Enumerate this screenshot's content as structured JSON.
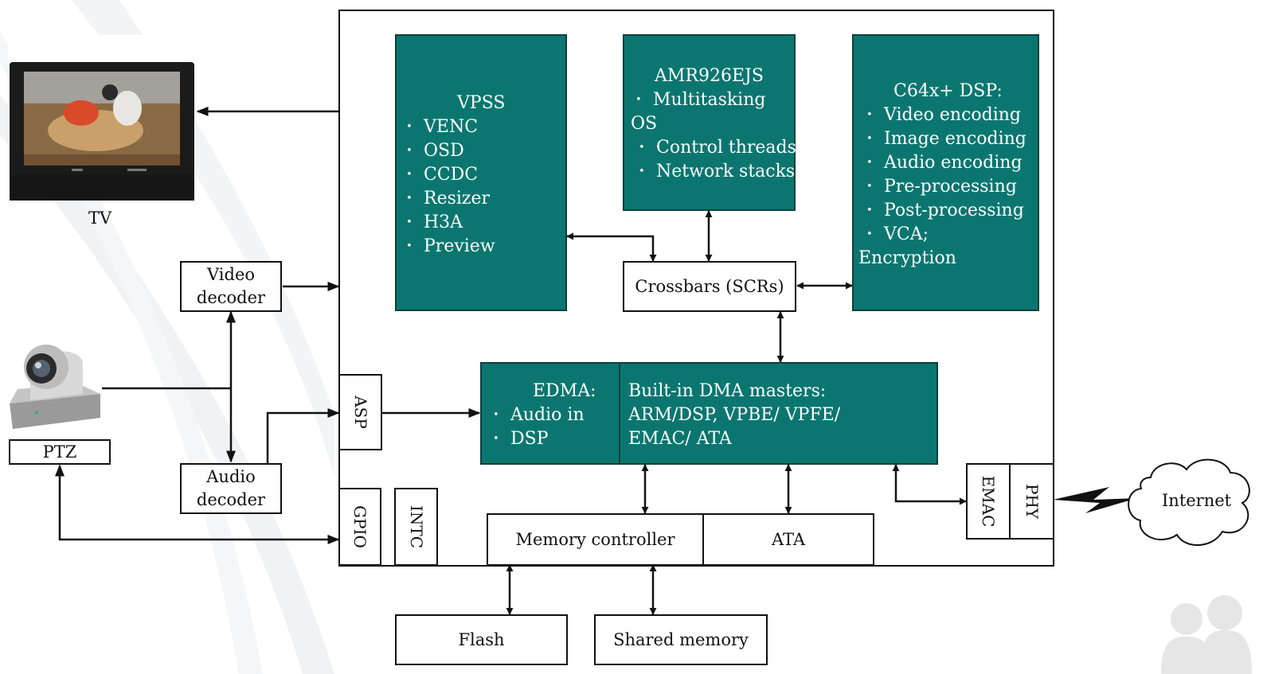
{
  "colors": {
    "block": "#0b7670",
    "line": "#111111",
    "background": "#ffffff"
  },
  "icons": {
    "tv": "tv-icon",
    "camera": "ptz-camera-icon",
    "cloud": "cloud-icon",
    "lightning": "lightning-link-icon",
    "people": "people-watermark-icon"
  },
  "external": {
    "tv_label": "TV",
    "ptz_label": "PTZ",
    "video_decoder": "Video decoder",
    "audio_decoder": "Audio decoder",
    "internet": "Internet",
    "flash": "Flash",
    "shared_memory": "Shared memory"
  },
  "vpss": {
    "title": "VPSS",
    "items": [
      "VENC",
      "OSD",
      "CCDC",
      "Resizer",
      "H3A",
      "Preview"
    ]
  },
  "arm": {
    "title": "AMR926EJS",
    "item1a": "Multitasking",
    "item1b": "OS",
    "item2": "Control threads",
    "item3": "Network stacks"
  },
  "dsp": {
    "title": "C64x+ DSP:",
    "items": [
      "Video encoding",
      "Image encoding",
      "Audio encoding",
      "Pre-processing",
      "Post-processing"
    ],
    "item6a": "VCA;",
    "item6b": "Encryption"
  },
  "crossbars": "Crossbars (SCRs)",
  "edma": {
    "title": "EDMA:",
    "items": [
      "Audio in",
      "DSP"
    ]
  },
  "dma_masters": {
    "line1": "Built-in DMA masters:",
    "line2": "ARM/DSP, VPBE/ VPFE/",
    "line3": "EMAC/ ATA"
  },
  "peripherals": {
    "asp": "ASP",
    "gpio": "GPIO",
    "intc": "INTC",
    "emac": "EMAC",
    "phy": "PHY"
  },
  "memory_controller": "Memory controller",
  "ata": "ATA"
}
